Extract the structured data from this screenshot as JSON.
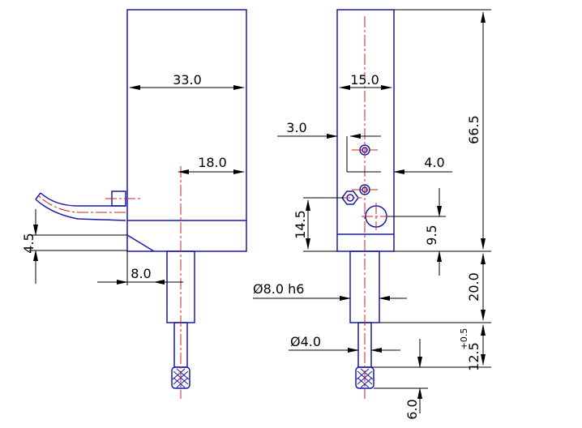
{
  "colors": {
    "outline": "#1a1aaa",
    "centerline": "#d02020",
    "dimension": "#000000",
    "background": "#ffffff"
  },
  "dimensions": {
    "side_width": "33.0",
    "side_offset": "18.0",
    "cable_height": "4.5",
    "tip_offset": "8.0",
    "front_width": "15.0",
    "screw_left": "3.0",
    "screw_right": "4.0",
    "body_height": "66.5",
    "lower_height": "14.5",
    "hole_height": "9.5",
    "shank_diameter": "Ø8.0  h6",
    "shank_length": "20.0",
    "tip_diameter": "Ø4.0",
    "tip_length": "12.5",
    "tip_tolerance": "+0.5",
    "knurl_length": "6.0"
  }
}
